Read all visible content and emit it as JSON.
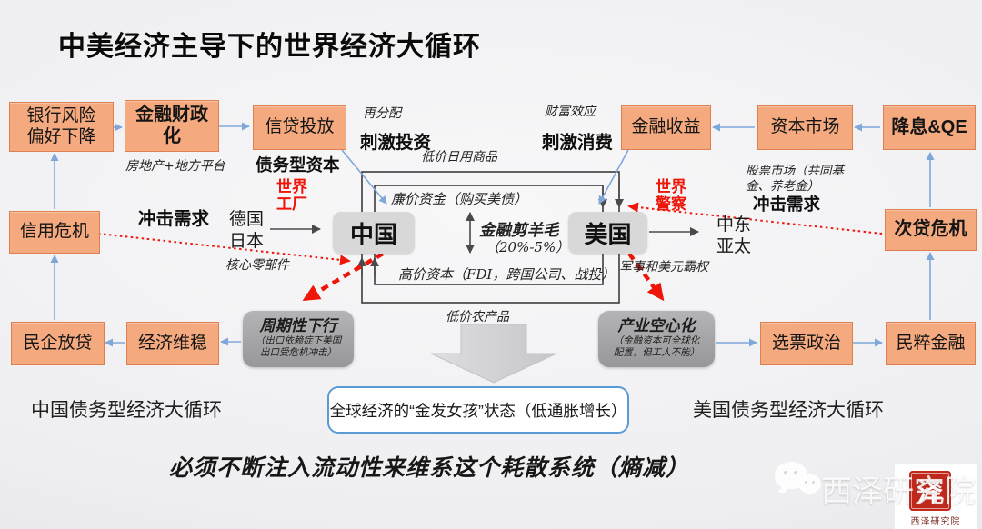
{
  "title": "中美经济主导下的世界经济大循环",
  "boxes": {
    "bank_risk": "银行风险偏好下降",
    "fiscalization": "金融财政化",
    "credit_supply": "信贷投放",
    "financial_income": "金融收益",
    "capital_market": "资本市场",
    "rate_cut_qe": "降息&QE",
    "credit_crisis": "信用危机",
    "subprime_crisis": "次贷危机",
    "private_lending": "民企放贷",
    "economic_stability": "经济维稳",
    "vote_politics": "选票政治",
    "populist_finance": "民粹金融",
    "china": "中国",
    "usa": "美国"
  },
  "gray_boxes": {
    "cyclical_downturn": {
      "title": "周期性下行",
      "note": "（出口依赖症下美国出口受危机冲击）"
    },
    "industrial_hollowing": {
      "title": "产业空心化",
      "note": "（金融资本可全球化配置，但工人不能）"
    }
  },
  "labels": {
    "real_estate_platform": "房地产+地方平台",
    "debt_capital": "债务型资本",
    "redistribution": "再分配",
    "stimulate_investment": "刺激投资",
    "cheap_daily_goods": "低价日用商品",
    "wealth_effect": "财富效应",
    "stimulate_consumption": "刺激消费",
    "stock_market_funds": "股票市场（共同基金、养老金）",
    "demand_shock_left": "冲击需求",
    "demand_shock_right": "冲击需求",
    "world_factory": "世界工厂",
    "world_police": "世界警察",
    "germany_japan": "德国\n日本",
    "core_components": "核心零部件",
    "middle_east_asia": "中东\n亚太",
    "military_dollar_hegemony": "军事和美元霸权",
    "cheap_funds": "廉价资金（购买美债）",
    "financial_fleecing": "金融剪羊毛",
    "fleecing_rate": "（20%-5%）",
    "expensive_capital": "高价资本（FDI，跨国公司、战投）",
    "cheap_agricultural_goods": "低价农产品",
    "china_cycle_caption": "中国债务型经济大循环",
    "usa_cycle_caption": "美国债务型经济大循环",
    "goldilocks": "全球经济的“金发女孩”状态（低通胀增长）",
    "slogan": "必须不断注入流动性来维系这个耗散系统（熵减）"
  },
  "watermark": {
    "brand": "西泽研究院",
    "seal_glyph": "泽",
    "seal_caption": "西泽研究院"
  },
  "colors": {
    "box_orange_fill": "#F4A97E",
    "box_orange_border": "#DF7F4F",
    "country_gray": "#D8D8D8",
    "info_gray": "#A5A5A7",
    "arrow_blue": "#7FA8D9",
    "arrow_black": "#4a4a4a",
    "alert_red": "#EE1509",
    "goldilocks_border": "#5B9BD5",
    "seal_red": "#C0281C"
  }
}
